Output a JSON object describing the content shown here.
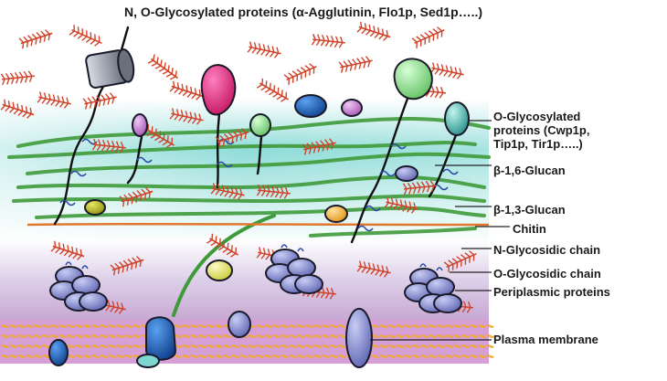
{
  "title": "N, O-Glycosylated proteins (α-Agglutinin, Flo1p, Sed1p…..)",
  "labels": {
    "o_glyco_proteins": "O-Glycosylated\nproteins (Cwp1p,\nTip1p, Tir1p…..)",
    "beta16": "β-1,6-Glucan",
    "beta13": "β-1,3-Glucan",
    "chitin": "Chitin",
    "n_glyco_chain": "N-Glycosidic chain",
    "o_glyco_chain": "O-Glycosidic chain",
    "periplasmic": "Periplasmic proteins",
    "plasma_membrane": "Plasma membrane"
  },
  "colors": {
    "teal_layer": "#5ec8c8",
    "lavender_layer": "#c9b8dc",
    "membrane_band": "#c28fc4",
    "lipid": "#f0a830",
    "glucan": "#3f9a3a",
    "chitin": "#e07830",
    "glyco_tree": "#d0442c",
    "protein_blue": "#7a80c8",
    "protein_dark": "#1a5aa8",
    "protein_magenta": "#e0287a",
    "protein_green": "#7ed27e",
    "protein_yellow": "#e4e458",
    "protein_orange": "#f0b030",
    "protein_gray": "#9ca2ae"
  }
}
